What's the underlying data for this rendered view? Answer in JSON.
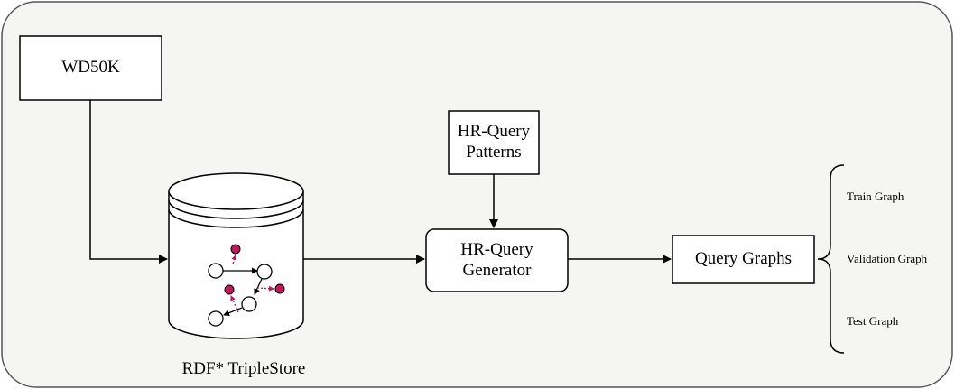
{
  "nodes": {
    "wd50k": "WD50K",
    "patterns_line1": "HR-Query",
    "patterns_line2": "Patterns",
    "generator_line1": "HR-Query",
    "generator_line2": "Generator",
    "query_graphs": "Query Graphs",
    "triplestore": "RDF* TripleStore"
  },
  "outputs": [
    "Train Graph",
    "Validation Graph",
    "Test Graph"
  ],
  "colors": {
    "stroke": "#000000",
    "container_fill": "#f5f5f4",
    "container_stroke": "#555555",
    "node_fill": "#ffffff",
    "accent": "#c2185b"
  }
}
